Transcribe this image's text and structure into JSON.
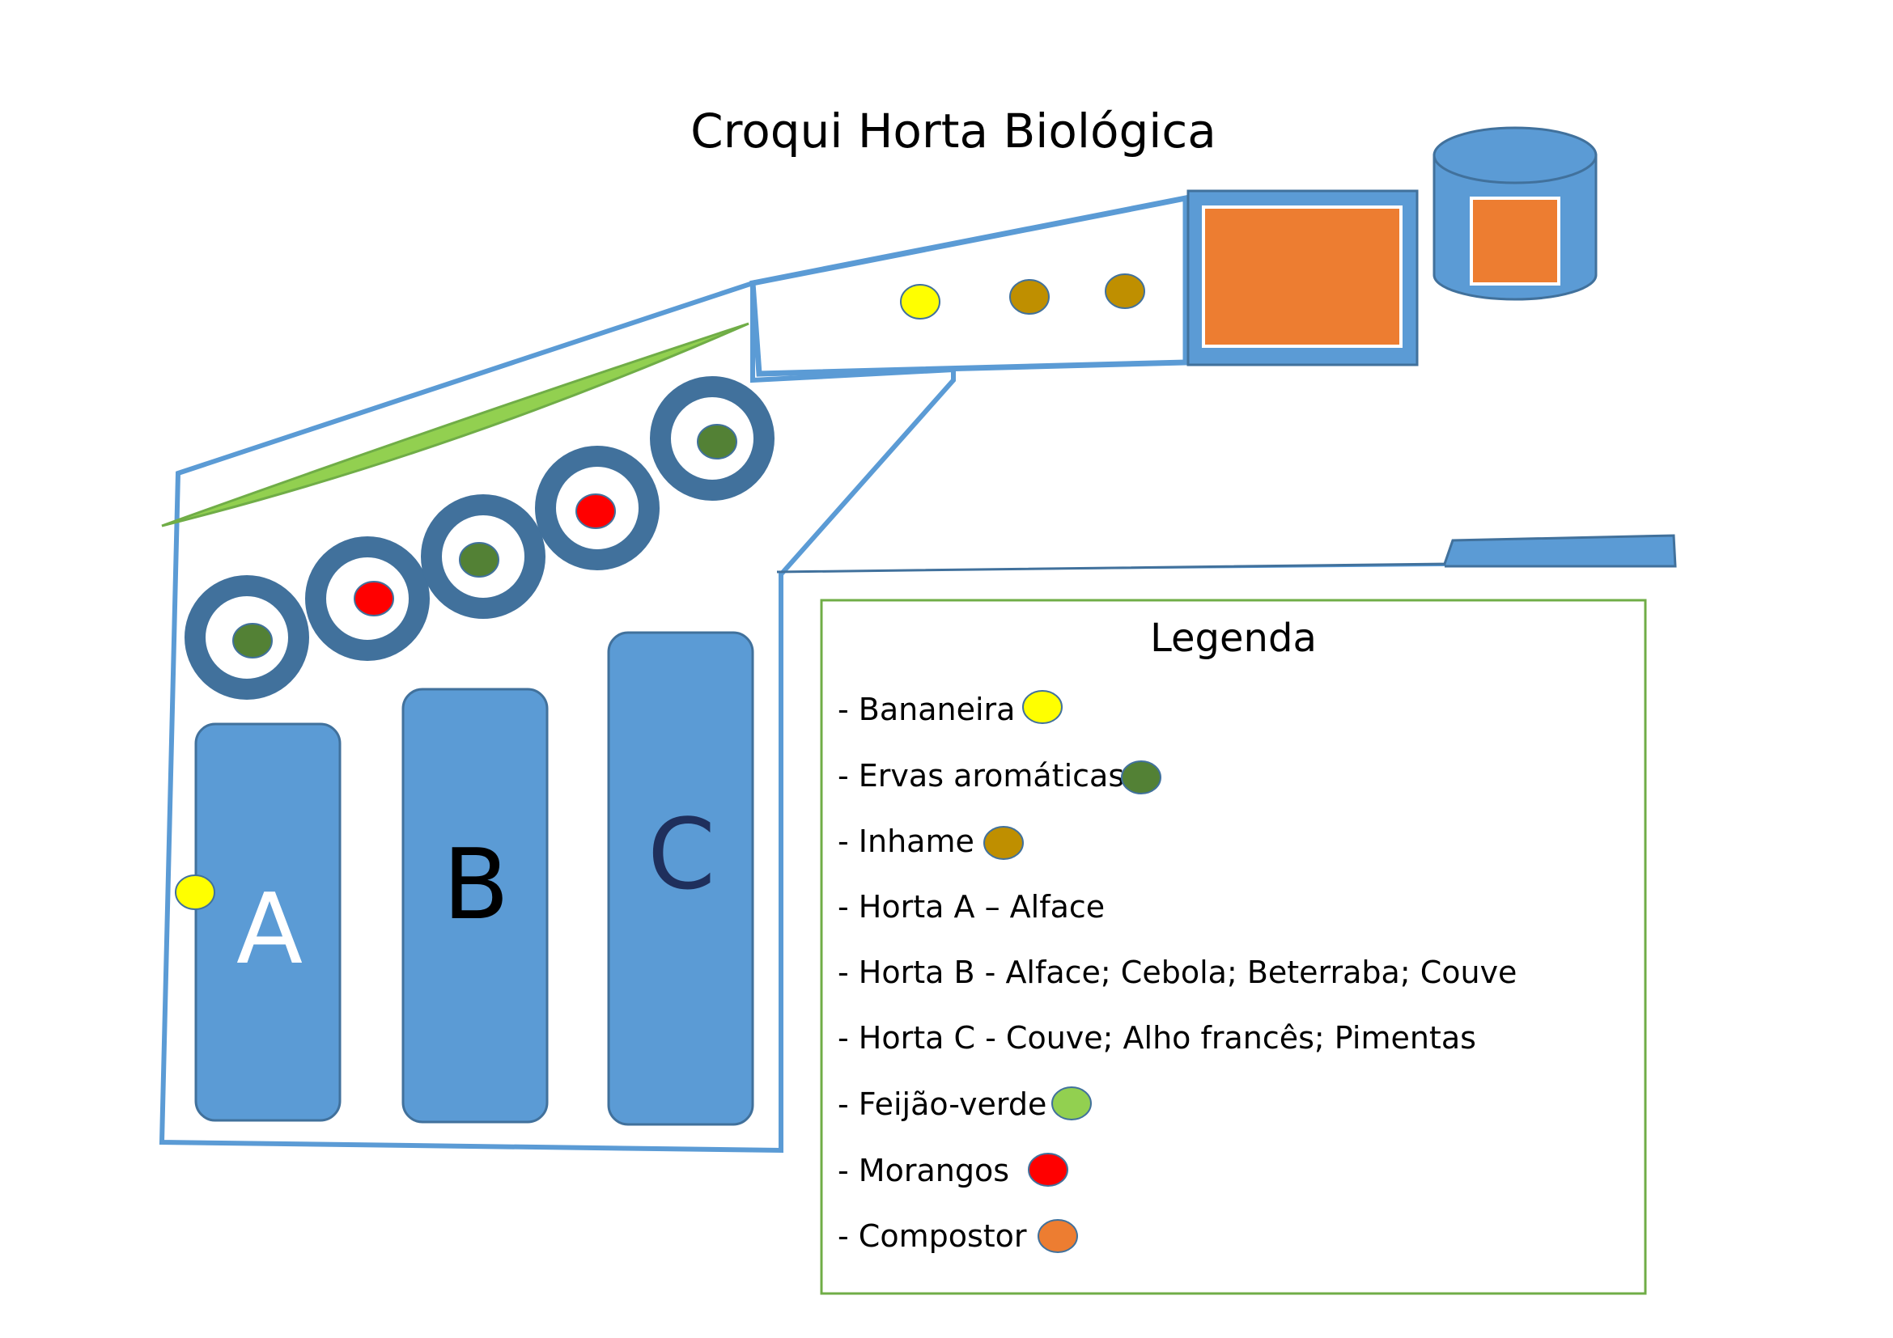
{
  "title": "Croqui Horta Biológica",
  "beds": [
    {
      "letter": "A",
      "color": "#ffffff"
    },
    {
      "letter": "B",
      "color": "#000000"
    },
    {
      "letter": "C",
      "color": "#1f2f5c"
    }
  ],
  "legend": {
    "title": "Legenda",
    "items": [
      {
        "label": "- Bananeira",
        "color": "#ffff00"
      },
      {
        "label": "- Ervas aromáticas",
        "color": "#538135"
      },
      {
        "label": "- Inhame",
        "color": "#bf8f00"
      },
      {
        "label": "- Horta A – Alface",
        "color": null
      },
      {
        "label": "- Horta B - Alface; Cebola; Beterraba; Couve",
        "color": null
      },
      {
        "label": "- Horta C - Couve; Alho francês; Pimentas",
        "color": null
      },
      {
        "label": "- Feijão-verde",
        "color": "#92d050"
      },
      {
        "label": "- Morangos",
        "color": "#ff0000"
      },
      {
        "label": "- Compostor",
        "color": "#ed7d31"
      }
    ]
  },
  "colors": {
    "outline": "#5b9bd5",
    "bed_fill": "#5b9bd5",
    "ring": "#41719c",
    "bean_strip": "#92d050",
    "compost": "#ed7d31",
    "legend_border": "#70ad47",
    "banana": "#ffff00",
    "herbs": "#538135",
    "yam": "#bf8f00",
    "strawberry": "#ff0000"
  }
}
